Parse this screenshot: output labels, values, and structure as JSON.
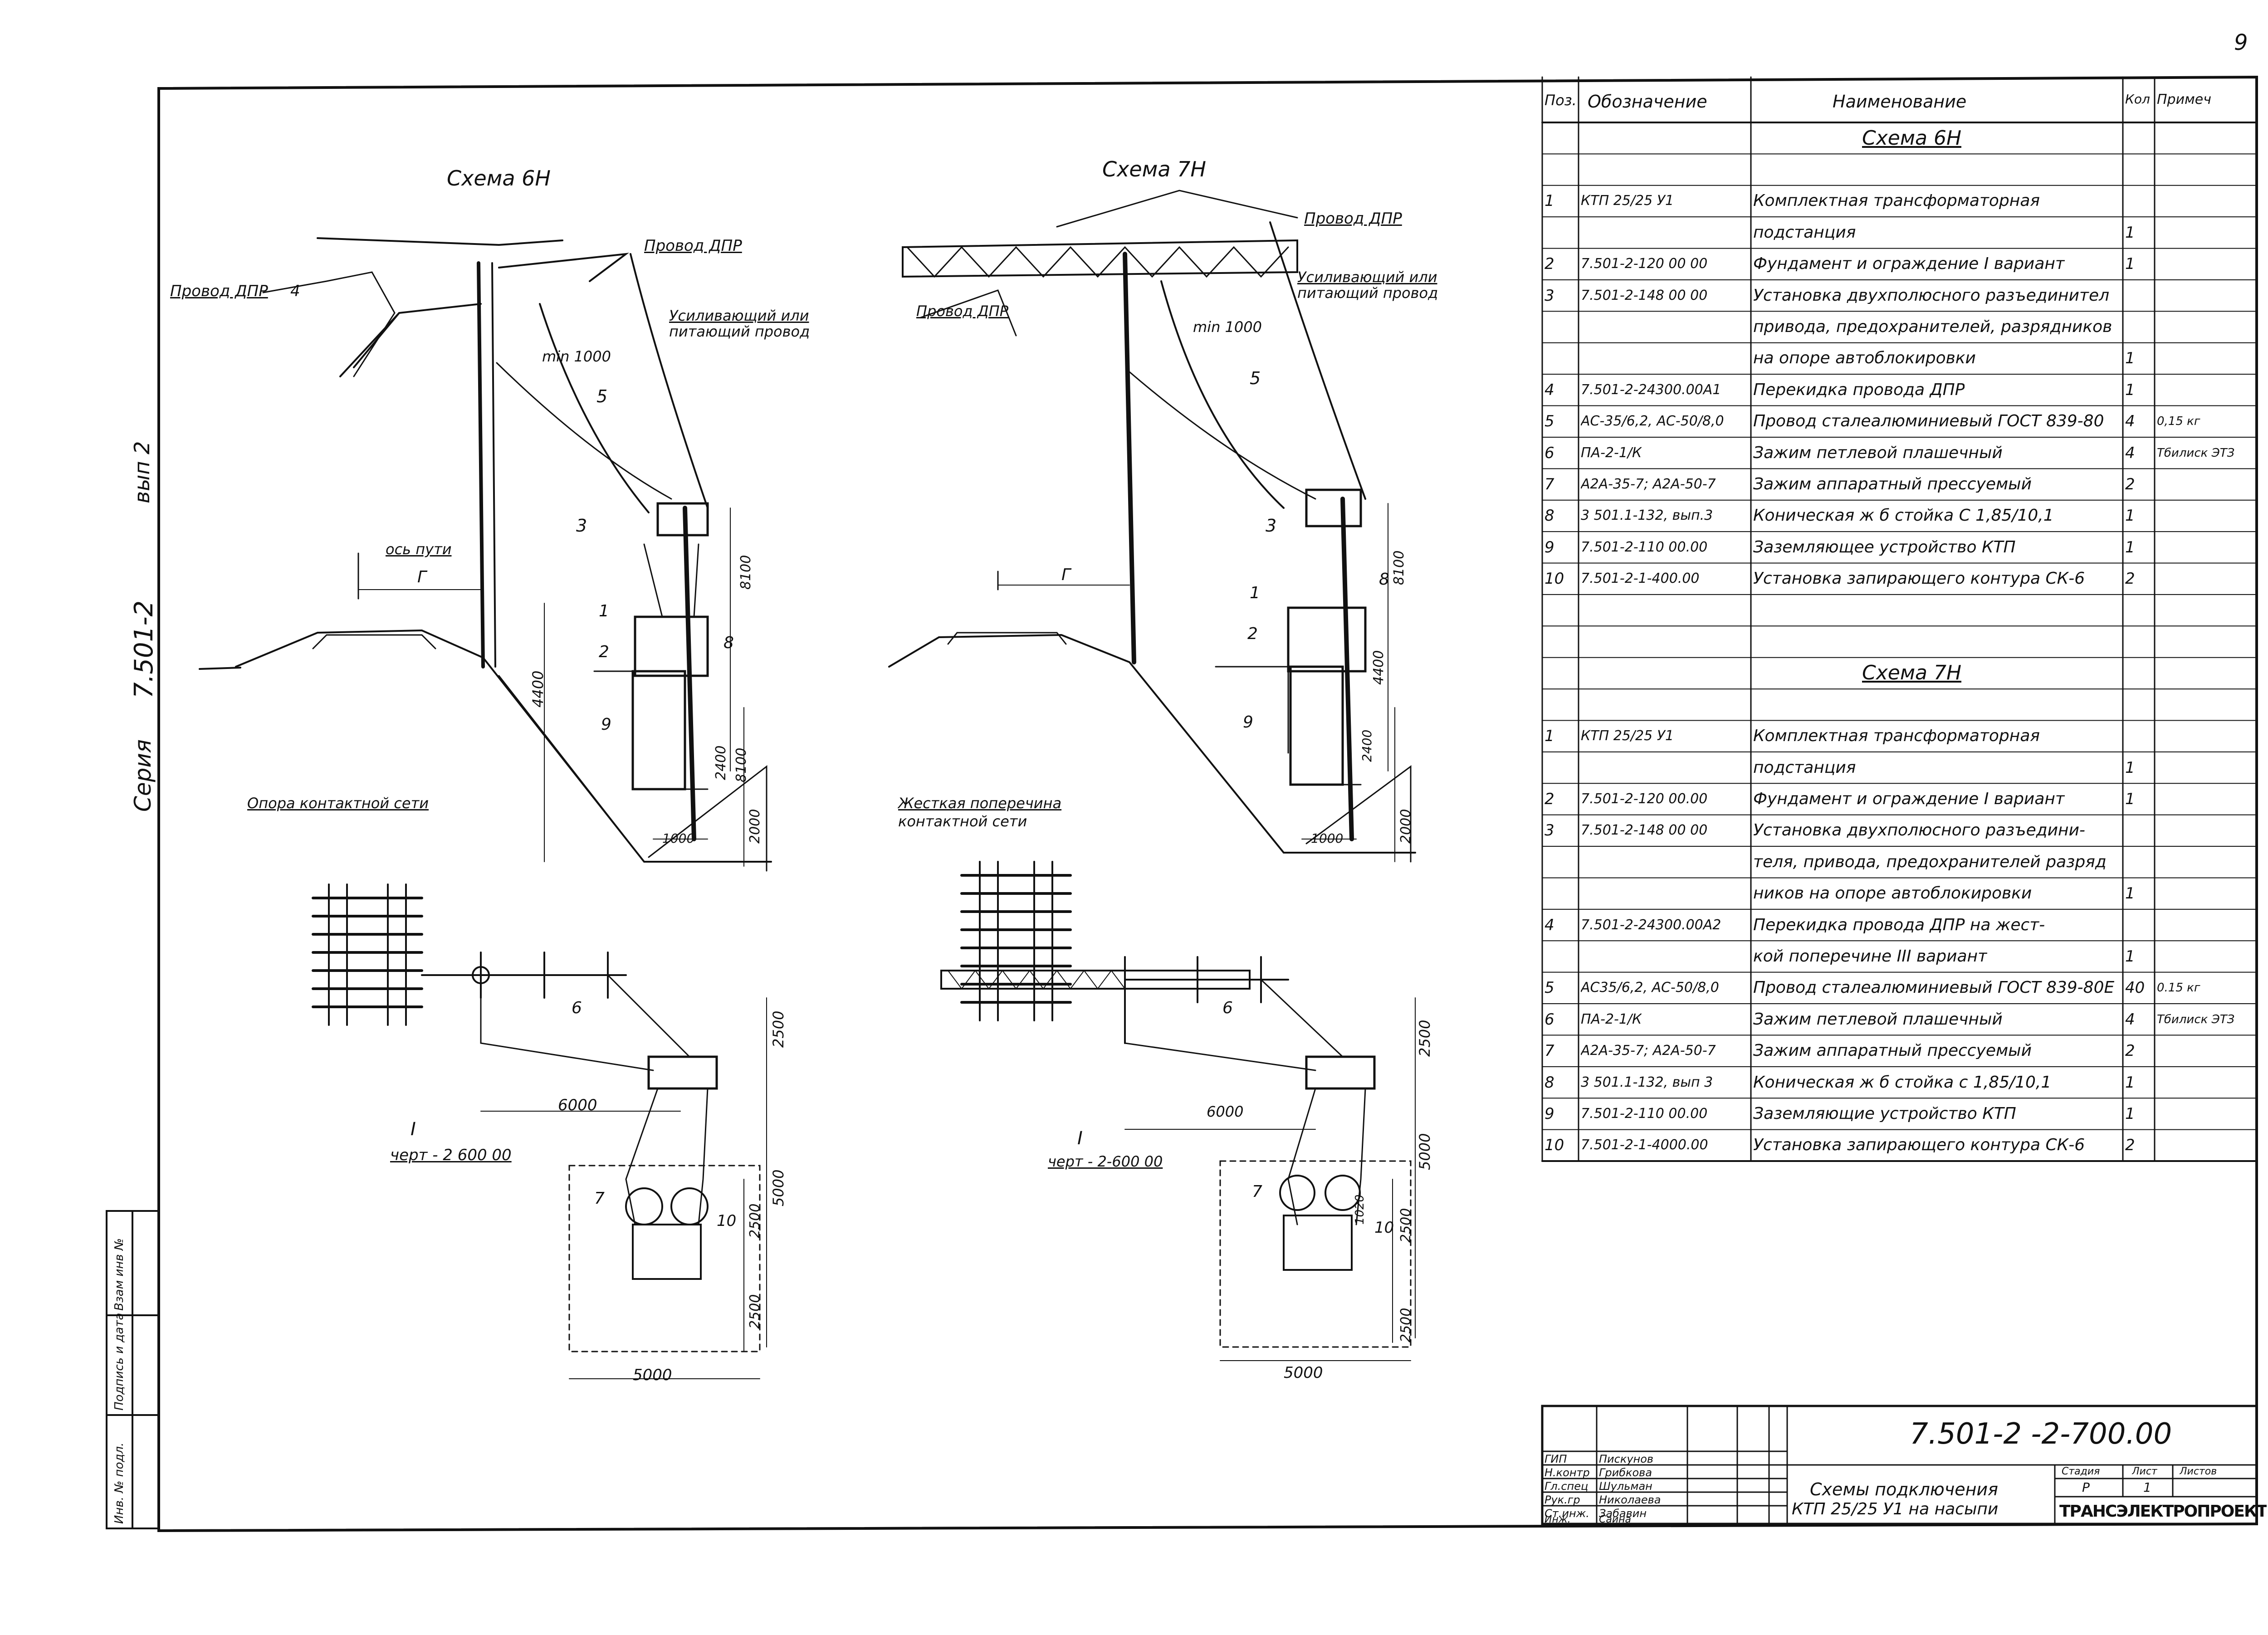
{
  "page_number": "9",
  "side_stamp": {
    "series_label": "Серия",
    "series_code": "7.501-2",
    "issue": "вып 2",
    "boxes": [
      "Инв. № подл.",
      "Подпись и дата",
      "Взам инв №"
    ]
  },
  "scheme_6h": {
    "title": "Схема 6Н",
    "wire_dpr_left": "Провод ДПР",
    "wire_dpr_right": "Провод ДПР",
    "num_4": "4",
    "reinforcing": "Усиливающий или",
    "feeding": "питающий провод",
    "min_dist": "min 1000",
    "num_5": "5",
    "num_3": "3",
    "track_axis": "ось пути",
    "g": "Г",
    "num_1": "1",
    "num_2": "2",
    "num_8": "8",
    "num_9": "9",
    "dim_4400": "4400",
    "dim_2400": "2400",
    "dim_8100a": "8100",
    "dim_8100b": "8100",
    "dim_1000": "1000",
    "dim_2000": "2000",
    "support": "Опора контактной сети",
    "num_6": "6",
    "dim_6000": "6000",
    "dim_2500a": "2500",
    "dim_5000a": "5000",
    "dim_2500b": "2500",
    "dim_2500c": "2500",
    "dim_5000b": "5000",
    "roman_1": "I",
    "drawing_ref": "черт - 2 600 00",
    "num_7": "7",
    "num_10": "10"
  },
  "scheme_7h": {
    "title": "Схема 7Н",
    "wire_dpr_left": "Провод ДПР",
    "wire_dpr_right": "Провод ДПР",
    "reinforcing": "Усиливающий или",
    "feeding": "питающий провод",
    "min_dist": "min 1000",
    "num_5": "5",
    "num_3": "3",
    "g": "Г",
    "num_1": "1",
    "num_2": "2",
    "num_8": "8",
    "num_9": "9",
    "dim_8100a": "8100",
    "dim_4400": "4400",
    "dim_2400": "2400",
    "dim_1000": "1000",
    "dim_2000": "2000",
    "crossbar_1": "Жесткая поперечина",
    "crossbar_2": "контактной сети",
    "num_6": "6",
    "dim_6000": "6000",
    "dim_2500a": "2500",
    "dim_5000a": "5000",
    "dim_2500b": "2500",
    "dim_2500c": "2500",
    "dim_5000b": "5000",
    "dim_1020": "1020",
    "roman_1": "I",
    "drawing_ref": "черт - 2-600 00",
    "num_7": "7",
    "num_10": "10"
  },
  "spec_table": {
    "headers": [
      "Поз.",
      "Обозначение",
      "Наименование",
      "Кол",
      "Примеч"
    ],
    "rows": [
      [
        "",
        "",
        "Схема 6Н",
        "",
        ""
      ],
      [
        "",
        "",
        "",
        "",
        ""
      ],
      [
        "1",
        "КТП 25/25 У1",
        "Комплектная трансформаторная",
        "",
        ""
      ],
      [
        "",
        "",
        "подстанция",
        "1",
        ""
      ],
      [
        "2",
        "7.501-2-120 00 00",
        "Фундамент и ограждение I вариант",
        "1",
        ""
      ],
      [
        "3",
        "7.501-2-148 00 00",
        "Установка двухполюсного разъединител",
        "",
        ""
      ],
      [
        "",
        "",
        "привода, предохранителей, разрядников",
        "",
        ""
      ],
      [
        "",
        "",
        "на опоре автоблокировки",
        "1",
        ""
      ],
      [
        "4",
        "7.501-2-24300.00А1",
        "Перекидка провода ДПР",
        "1",
        ""
      ],
      [
        "5",
        "АС-35/6,2, АС-50/8,0",
        "Провод сталеалюминиевый ГОСТ 839-80",
        "4",
        "0,15 кг"
      ],
      [
        "6",
        "ПА-2-1/К",
        "Зажим петлевой плашечный",
        "4",
        "Тбилиск ЭТЗ"
      ],
      [
        "7",
        "А2А-35-7; А2А-50-7",
        "Зажим аппаратный прессуемый",
        "2",
        ""
      ],
      [
        "8",
        "3 501.1-132, вып.3",
        "Коническая ж б стойка С 1,85/10,1",
        "1",
        ""
      ],
      [
        "9",
        "7.501-2-110 00.00",
        "Заземляющее устройство КТП",
        "1",
        ""
      ],
      [
        "10",
        "7.501-2-1-400.00",
        "Установка запирающего контура СК-6",
        "2",
        ""
      ],
      [
        "",
        "",
        "",
        "",
        ""
      ],
      [
        "",
        "",
        "",
        "",
        ""
      ],
      [
        "",
        "",
        "Схема 7Н",
        "",
        ""
      ],
      [
        "",
        "",
        "",
        "",
        ""
      ],
      [
        "1",
        "КТП 25/25 У1",
        "Комплектная трансформаторная",
        "",
        ""
      ],
      [
        "",
        "",
        "подстанция",
        "1",
        ""
      ],
      [
        "2",
        "7.501-2-120 00.00",
        "Фундамент и ограждение I вариант",
        "1",
        ""
      ],
      [
        "3",
        "7.501-2-148 00 00",
        "Установка двухполюсного разъедини-",
        "",
        ""
      ],
      [
        "",
        "",
        "теля, привода, предохранителей разряд",
        "",
        ""
      ],
      [
        "",
        "",
        "ников на опоре автоблокировки",
        "1",
        ""
      ],
      [
        "4",
        "7.501-2-24300.00А2",
        "Перекидка провода ДПР на жест-",
        "",
        ""
      ],
      [
        "",
        "",
        "кой поперечине III вариант",
        "1",
        ""
      ],
      [
        "5",
        "АС35/6,2, АС-50/8,0",
        "Провод сталеалюминиевый ГОСТ 839-80Е",
        "40",
        "0.15 кг"
      ],
      [
        "6",
        "ПА-2-1/К",
        "Зажим петлевой плашечный",
        "4",
        "Тбилиск ЭТЗ"
      ],
      [
        "7",
        "А2А-35-7; А2А-50-7",
        "Зажим аппаратный прессуемый",
        "2",
        ""
      ],
      [
        "8",
        "3 501.1-132, вып 3",
        "Коническая ж б стойка с 1,85/10,1",
        "1",
        ""
      ],
      [
        "9",
        "7.501-2-110 00.00",
        "Заземляющие устройство КТП",
        "1",
        ""
      ],
      [
        "10",
        "7.501-2-1-4000.00",
        "Установка запирающего контура СК-6",
        "2",
        ""
      ]
    ]
  },
  "title_block": {
    "doc_code": "7.501-2 -2-700.00",
    "roles": [
      {
        "role": "ГИП",
        "name": "Пискунов"
      },
      {
        "role": "Н.контр",
        "name": "Грибкова"
      },
      {
        "role": "Гл.спец",
        "name": "Шульман"
      },
      {
        "role": "Рук.гр",
        "name": "Николаева"
      },
      {
        "role": "Ст.инж.",
        "name": "Забавин"
      },
      {
        "role": "Инж.",
        "name": "Саина"
      }
    ],
    "title_line1": "Схемы подключения",
    "title_line2": "КТП 25/25 У1 на насыпи",
    "stage_label": "Стадия",
    "sheet_label": "Лист",
    "sheets_label": "Листов",
    "stage": "Р",
    "sheet": "1",
    "organization": "ТРАНСЭЛЕКТРОПРОЕКТ"
  }
}
